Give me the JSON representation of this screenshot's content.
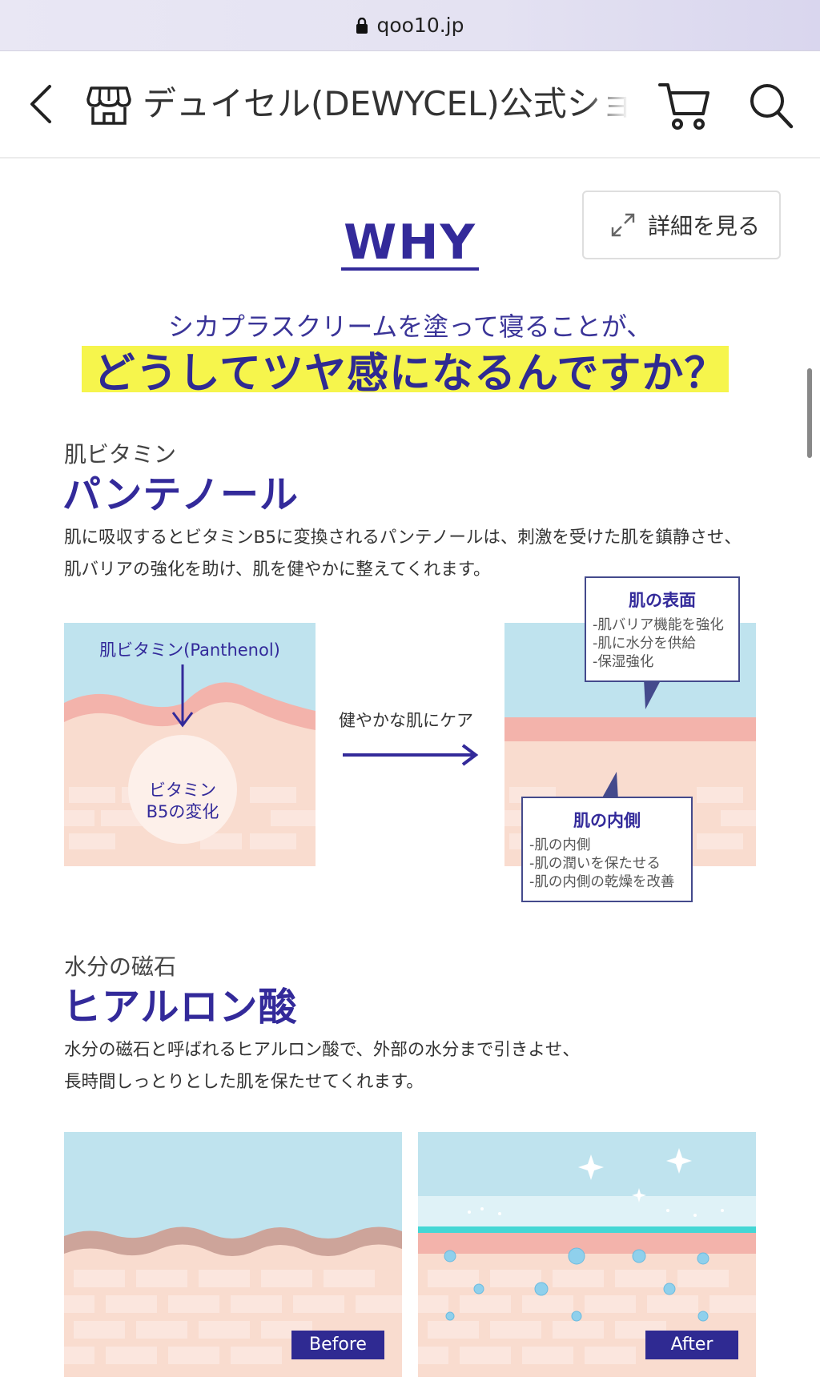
{
  "browser": {
    "url": "qoo10.jp"
  },
  "nav": {
    "shop_title": "デュイセル(DEWYCEL)公式ショ"
  },
  "detail_button": {
    "label": "詳細を見る"
  },
  "why": {
    "heading": "WHY",
    "subtitle": "シカプラスクリームを塗って寝ることが、",
    "question": "どうしてツヤ感になるんですか？"
  },
  "panthenol": {
    "label_small": "肌ビタミン",
    "label_big": "パンテノール",
    "description_line1": "肌に吸収するとビタミンB5に変換されるパンテノールは、刺激を受けた肌を鎮静させ、",
    "description_line2": "肌バリアの強化を助け、肌を健やかに整えてくれます。",
    "diagram": {
      "input_label": "肌ビタミン(Panthenol)",
      "circle_line1": "ビタミン",
      "circle_line2": "B5の変化",
      "care_label": "健やかな肌にケア",
      "surface": {
        "title": "肌の表面",
        "items": [
          "-肌バリア機能を強化",
          "-肌に水分を供給",
          "-保湿強化"
        ]
      },
      "inner": {
        "title": "肌の内側",
        "items": [
          "-肌の内側",
          "-肌の潤いを保たせる",
          "-肌の内側の乾燥を改善"
        ]
      }
    }
  },
  "hyaluronic": {
    "label_small": "水分の磁石",
    "label_big": "ヒアルロン酸",
    "description_line1": "水分の磁石と呼ばれるヒアルロン酸で、外部の水分まで引きよせ、",
    "description_line2": "長時間しっとりとした肌を保たせてくれます。",
    "before_label": "Before",
    "after_label": "After"
  },
  "colors": {
    "brand": "#332a9a",
    "highlight": "#f6f54c",
    "sky": "#bfe3ee",
    "skin": "#f7d2c4",
    "skin_dark": "#f3b3ab"
  }
}
